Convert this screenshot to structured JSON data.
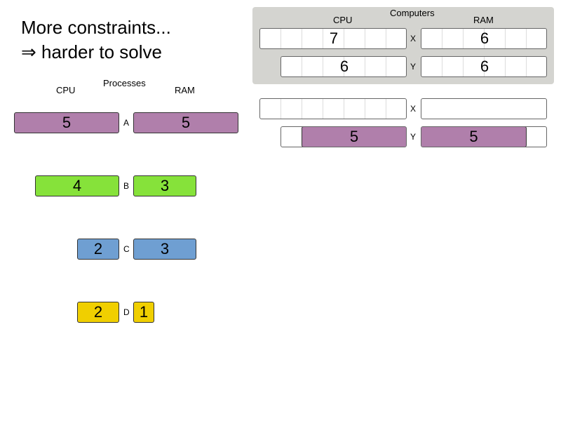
{
  "title": {
    "line1": "More constraints...",
    "line2": "⇒ harder to solve"
  },
  "colors": {
    "purple": "#b07fab",
    "green": "#86e23a",
    "blue": "#6f9fd2",
    "yellow": "#f0cf00",
    "panel": "#d4d4d0"
  },
  "processes": {
    "header": "Processes",
    "cpu_label": "CPU",
    "ram_label": "RAM",
    "items": [
      {
        "name": "A",
        "cpu": "5",
        "ram": "5",
        "color": "#b07fab"
      },
      {
        "name": "B",
        "cpu": "4",
        "ram": "3",
        "color": "#86e23a"
      },
      {
        "name": "C",
        "cpu": "2",
        "ram": "3",
        "color": "#6f9fd2"
      },
      {
        "name": "D",
        "cpu": "2",
        "ram": "1",
        "color": "#f0cf00"
      }
    ]
  },
  "computers": {
    "header": "Computers",
    "cpu_label": "CPU",
    "ram_label": "RAM",
    "items": [
      {
        "name": "X",
        "cpu": "7",
        "ram": "6"
      },
      {
        "name": "Y",
        "cpu": "6",
        "ram": "6"
      }
    ]
  },
  "assignment": {
    "items": [
      {
        "name": "X"
      },
      {
        "name": "Y",
        "cpu_used": "5",
        "ram_used": "5",
        "color": "#b07fab"
      }
    ]
  }
}
